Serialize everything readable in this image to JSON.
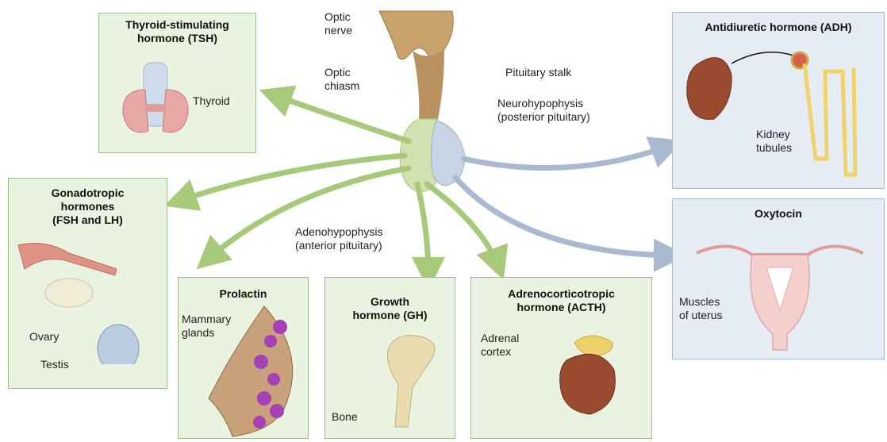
{
  "structure_labels": {
    "optic_nerve": "Optic\nnerve",
    "optic_chiasm": "Optic\nchiasm",
    "pituitary_stalk": "Pituitary stalk",
    "neurohypophysis": "Neurohypophysis\n(posterior pituitary)",
    "adenohypophysis": "Adenohypophysis\n(anterior pituitary)"
  },
  "boxes": {
    "tsh": {
      "title": "Thyroid-stimulating\nhormone (TSH)",
      "target": "Thyroid"
    },
    "gonadotropic": {
      "title": "Gonadotropic\nhormones\n(FSH and LH)",
      "target_1": "Ovary",
      "target_2": "Testis"
    },
    "prolactin": {
      "title": "Prolactin",
      "target": "Mammary\nglands"
    },
    "gh": {
      "title": "Growth\nhormone (GH)",
      "target": "Bone"
    },
    "acth": {
      "title": "Adrenocorticotropic\nhormone (ACTH)",
      "target": "Adrenal\ncortex"
    },
    "adh": {
      "title": "Antidiuretic hormone (ADH)",
      "target": "Kidney\ntubules"
    },
    "oxytocin": {
      "title": "Oxytocin",
      "target": "Muscles\nof uterus"
    }
  },
  "colors": {
    "anterior_box_fill": "#e9f3df",
    "posterior_box_fill": "#e6ecf3",
    "anterior_arrow": "#a6c97a",
    "posterior_arrow": "#a9b9cf",
    "anterior_lobe": "#cfe2b0",
    "posterior_lobe": "#c6d4e6",
    "stalk": "#c9a36e",
    "organ_red": "#e39a95",
    "kidney": "#9a4a2e",
    "bone": "#eadcae",
    "gland_purple": "#a640b5"
  }
}
